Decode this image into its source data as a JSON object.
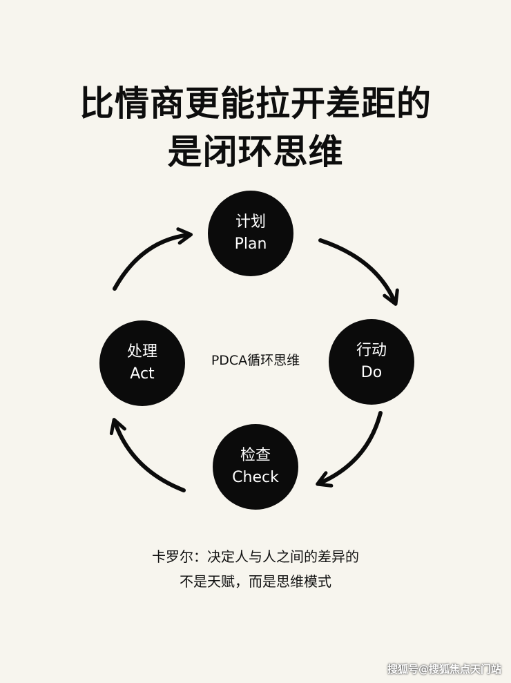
{
  "title": {
    "line1": "比情商更能拉开差距的",
    "line2": "是闭环思维"
  },
  "diagram": {
    "center_label": "PDCA循环思维",
    "nodes": {
      "plan": {
        "zh": "计划",
        "en": "Plan"
      },
      "do": {
        "zh": "行动",
        "en": "Do"
      },
      "check": {
        "zh": "检查",
        "en": "Check"
      },
      "act": {
        "zh": "处理",
        "en": "Act"
      }
    }
  },
  "quote": {
    "line1": "卡罗尔：决定人与人之间的差异的",
    "line2": "不是天赋，而是思维模式"
  },
  "watermark": "搜狐号@搜狐焦点天门站",
  "colors": {
    "background": "#f7f5ee",
    "ink": "#0b0b0b"
  }
}
